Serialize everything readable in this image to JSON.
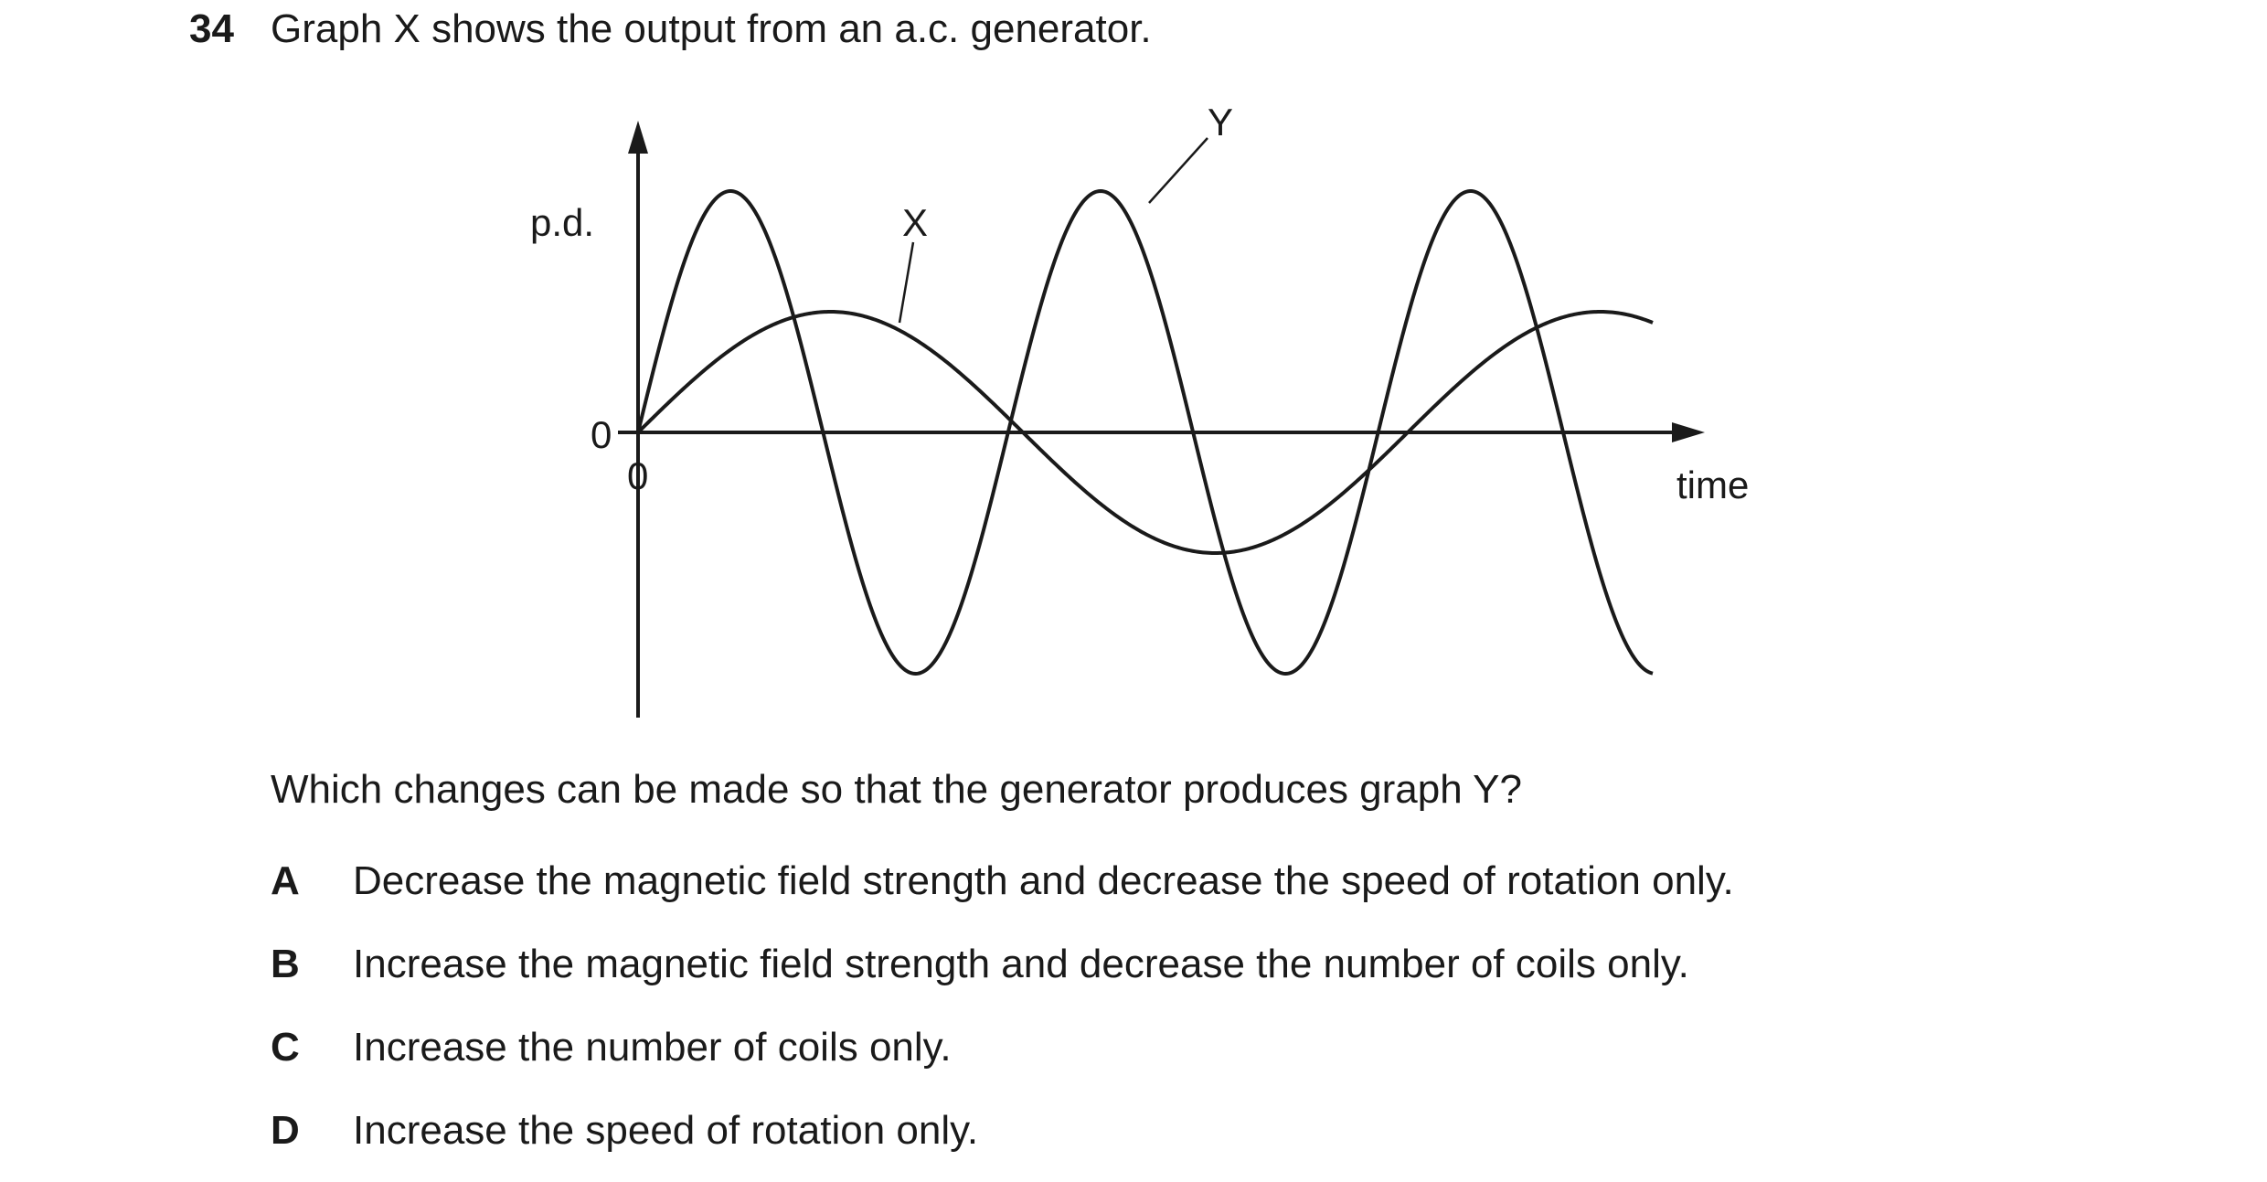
{
  "question": {
    "number": "34",
    "stem": "Graph X shows the output from an a.c. generator.",
    "prompt": "Which changes can be made so that the generator produces graph Y?"
  },
  "graph": {
    "y_axis_label": "p.d.",
    "x_axis_label": "time",
    "y_origin_label": "0",
    "x_origin_label": "0",
    "curve_x_label": "X",
    "curve_y_label": "Y",
    "curve_x": {
      "relative_amplitude": 1,
      "cycles_shown": 1.25
    },
    "curve_y": {
      "relative_amplitude": 2,
      "cycles_shown": 2.6
    }
  },
  "options": [
    {
      "letter": "A",
      "text": "Decrease the magnetic field strength and decrease the speed of rotation only."
    },
    {
      "letter": "B",
      "text": "Increase the magnetic field strength and decrease the number of coils only."
    },
    {
      "letter": "C",
      "text": "Increase the number of coils only."
    },
    {
      "letter": "D",
      "text": "Increase the speed of rotation only."
    }
  ]
}
